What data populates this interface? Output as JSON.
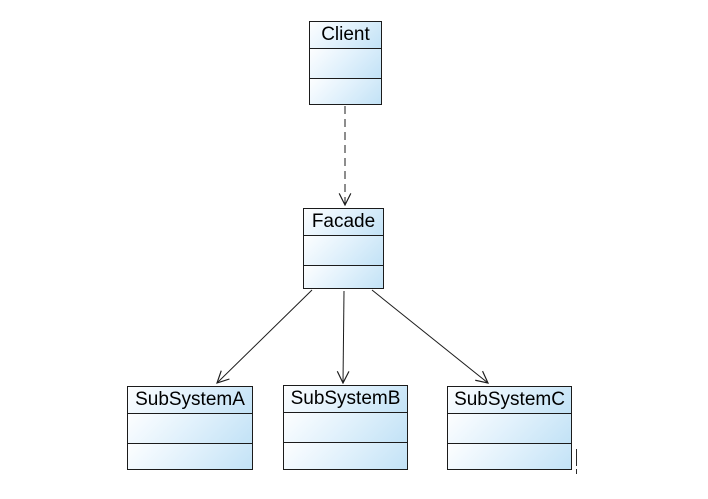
{
  "diagram": {
    "type": "uml-class-diagram",
    "pattern_name": "Facade",
    "colors": {
      "background": "#ffffff",
      "node_fill_start": "#fdfeff",
      "node_fill_end": "#c2e2f6",
      "node_border": "#1b1b1b",
      "edge_color": "#1b1b1b",
      "text_color": "#000000"
    },
    "nodes": [
      {
        "id": "client",
        "label": "Client",
        "compartments": 3,
        "attributes": [],
        "operations": []
      },
      {
        "id": "facade",
        "label": "Facade",
        "compartments": 3,
        "attributes": [],
        "operations": []
      },
      {
        "id": "subsystem-a",
        "label": "SubSystemA",
        "compartments": 3,
        "attributes": [],
        "operations": []
      },
      {
        "id": "subsystem-b",
        "label": "SubSystemB",
        "compartments": 3,
        "attributes": [],
        "operations": []
      },
      {
        "id": "subsystem-c",
        "label": "SubSystemC",
        "compartments": 3,
        "attributes": [],
        "operations": []
      }
    ],
    "edges": [
      {
        "from": "Client",
        "to": "Facade",
        "style": "dashed",
        "arrowhead": "open"
      },
      {
        "from": "Facade",
        "to": "SubSystemA",
        "style": "solid",
        "arrowhead": "open"
      },
      {
        "from": "Facade",
        "to": "SubSystemB",
        "style": "solid",
        "arrowhead": "open"
      },
      {
        "from": "Facade",
        "to": "SubSystemC",
        "style": "solid",
        "arrowhead": "open"
      }
    ]
  }
}
